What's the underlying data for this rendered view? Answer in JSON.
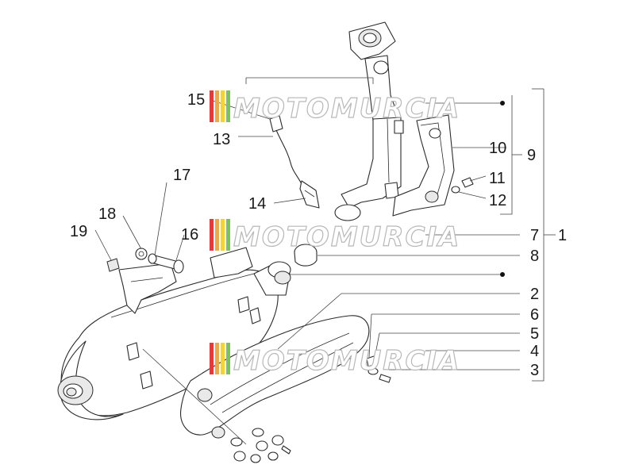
{
  "watermark": {
    "text": "MOTOMURCIA",
    "colors": [
      "#e23b3b",
      "#f2a93b",
      "#f3d23a",
      "#7ac25a"
    ]
  },
  "labels": {
    "n1": "1",
    "n2": "2",
    "n3": "3",
    "n4": "4",
    "n5": "5",
    "n6": "6",
    "n7": "7",
    "n8": "8",
    "n9": "9",
    "n10": "10",
    "n11": "11",
    "n12": "12",
    "n13": "13",
    "n14": "14",
    "n15": "15",
    "n16": "16",
    "n17": "17",
    "n18": "18",
    "n19": "19"
  },
  "colors": {
    "line": "#2a2a2a",
    "text": "#1a1a1a",
    "watermark_outline": "#b8b8b8"
  }
}
